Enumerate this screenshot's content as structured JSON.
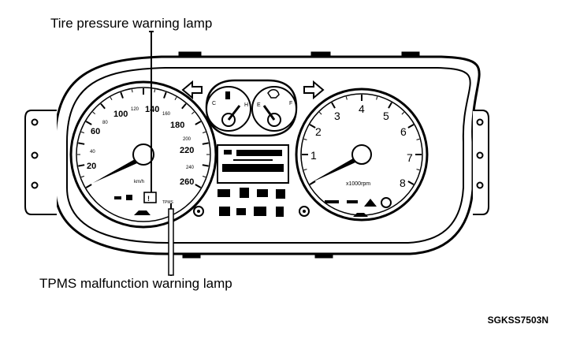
{
  "callouts": {
    "tire_pressure_lamp": "Tire pressure warning lamp",
    "tpms_malfunction_lamp": "TPMS malfunction warning lamp"
  },
  "figure_code": "SGKSS7503N",
  "speedometer": {
    "ticks": [
      "20",
      "40",
      "60",
      "80",
      "100",
      "120",
      "140",
      "160",
      "180",
      "200",
      "220",
      "240",
      "260"
    ],
    "unit": "km/h",
    "lamp_label": "TPMS"
  },
  "tachometer": {
    "ticks": [
      "1",
      "2",
      "3",
      "4",
      "5",
      "6",
      "7",
      "8"
    ],
    "unit": "x1000rpm"
  },
  "center_gauges": {
    "left_labels": [
      "C",
      "H"
    ],
    "right_labels": [
      "E",
      "F"
    ]
  },
  "colors": {
    "ink": "#000000",
    "paper": "#ffffff"
  }
}
